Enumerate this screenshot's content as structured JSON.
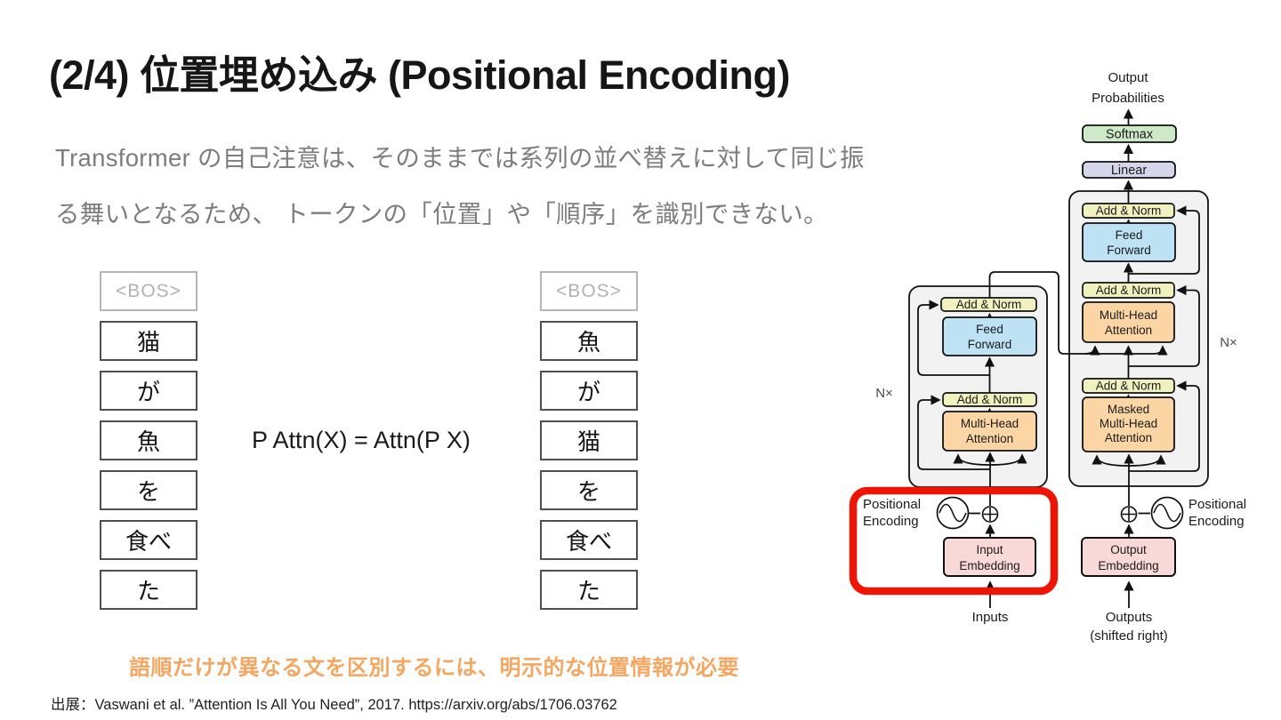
{
  "slide": {
    "title": "(2/4) 位置埋め込み (Positional Encoding)",
    "body_line1": "Transformer の自己注意は、そのままでは系列の並べ替えに対して同じ振",
    "body_line2": "る舞いとなるため、 トークンの「位置」や「順序」を識別できない。",
    "formula": "P Attn(X) = Attn(P X)",
    "highlight": "語順だけが異なる文を区別するには、明示的な位置情報が必要",
    "citation": "出展：Vaswani et al. ”Attention Is All You Need”, 2017. https://arxiv.org/abs/1706.03762"
  },
  "tokens": {
    "left": [
      "<BOS>",
      "猫",
      "が",
      "魚",
      "を",
      "食べ",
      "た"
    ],
    "right": [
      "<BOS>",
      "魚",
      "が",
      "猫",
      "を",
      "食べ",
      "た"
    ]
  },
  "diagram": {
    "labels": {
      "output_prob_1": "Output",
      "output_prob_2": "Probabilities",
      "softmax": "Softmax",
      "linear": "Linear",
      "add_norm": "Add & Norm",
      "feed_forward_1": "Feed",
      "feed_forward_2": "Forward",
      "mha_1": "Multi-Head",
      "mha_2": "Attention",
      "masked_1": "Masked",
      "masked_2": "Multi-Head",
      "masked_3": "Attention",
      "n_times": "N×",
      "pos_enc_1": "Positional",
      "pos_enc_2": "Encoding",
      "input_emb_1": "Input",
      "input_emb_2": "Embedding",
      "output_emb_1": "Output",
      "output_emb_2": "Embedding",
      "inputs": "Inputs",
      "outputs_1": "Outputs",
      "outputs_2": "(shifted right)"
    },
    "colors": {
      "softmax": "#cde9c8",
      "linear": "#d6d6ea",
      "add_norm": "#f0f1bf",
      "feed_forward": "#bce2f4",
      "attention": "#fbd6a4",
      "embedding": "#f9d8d8",
      "block_bg": "#f2f2f2",
      "highlight_box": "#ee1506"
    }
  },
  "text_colors": {
    "body": "#7d7d7d",
    "highlight": "#f5a661"
  }
}
